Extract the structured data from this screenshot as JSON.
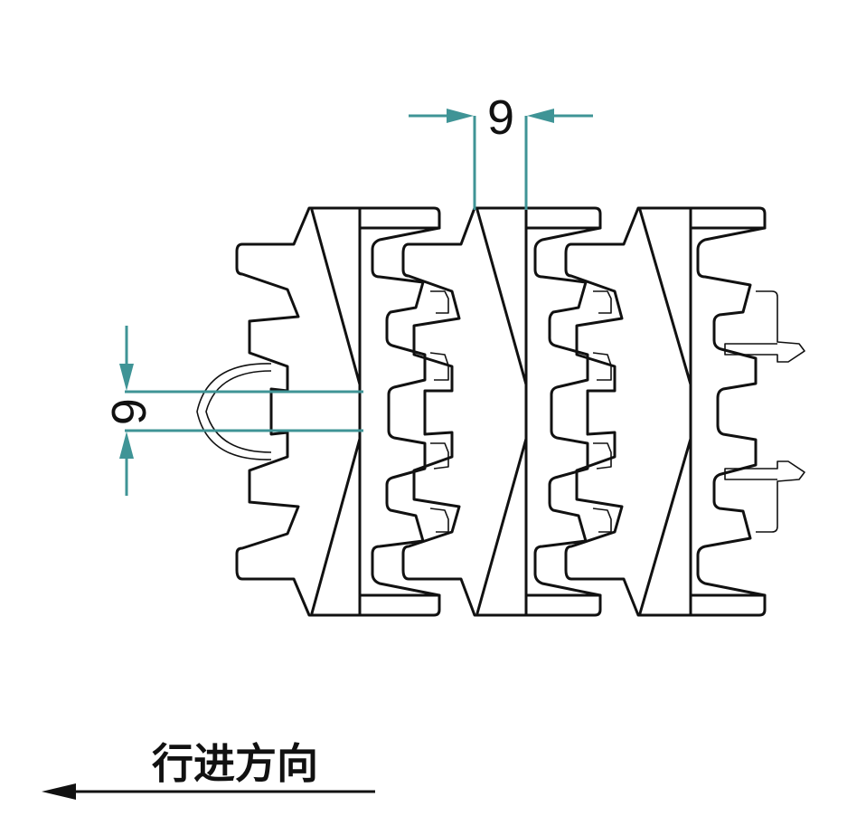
{
  "diagram": {
    "pitch_dimension": "9",
    "gap_dimension": "6",
    "direction_label": "行进方向",
    "colors": {
      "line": "#111111",
      "dimension": "#3f9496",
      "background": "#ffffff"
    }
  }
}
